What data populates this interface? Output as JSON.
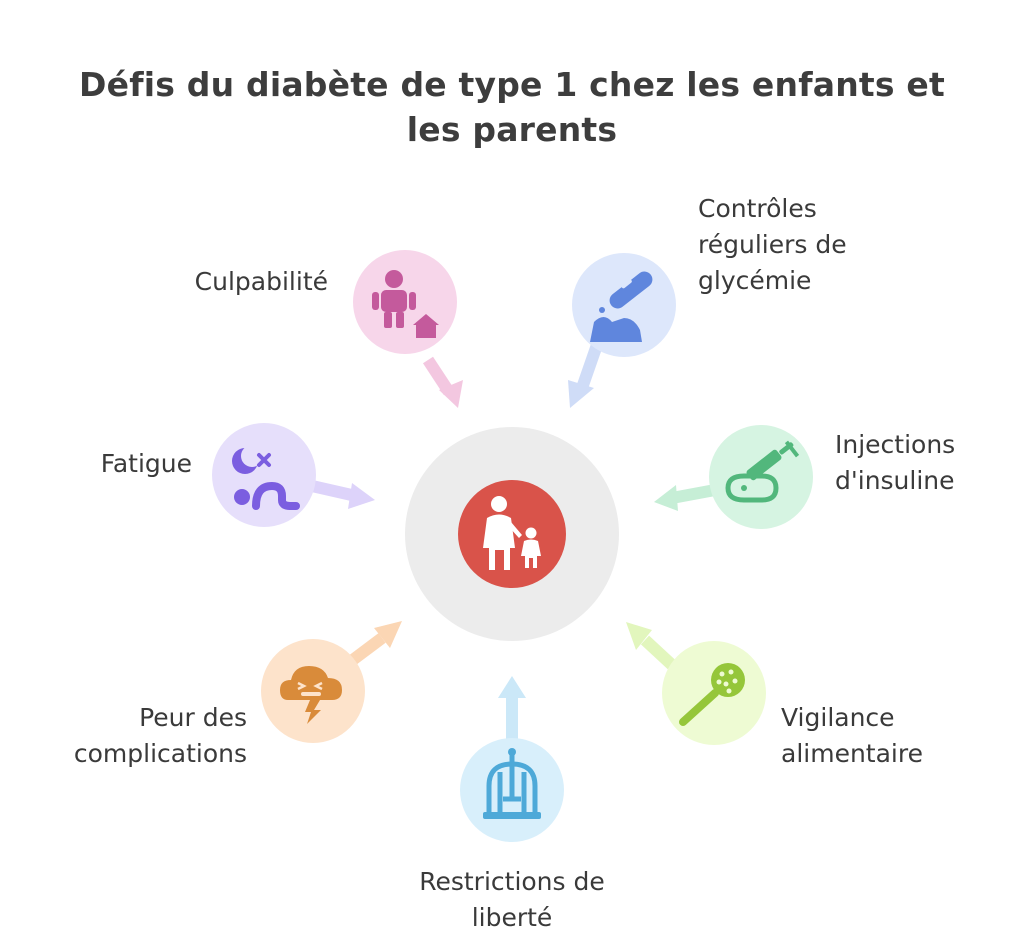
{
  "title": {
    "line1": "Défis du diabète de type 1 chez les enfants et",
    "line2": "les parents"
  },
  "center": {
    "icon": "parent-child-icon",
    "color": "#d9534a",
    "ring": "#ececec"
  },
  "nodes": [
    {
      "id": "culpabilite",
      "lines": [
        "Culpabilité"
      ],
      "icon": "person-house-icon",
      "bg": "#f7d6ea",
      "fg": "#c45a9c",
      "arrow": "#f3c7e0"
    },
    {
      "id": "controles",
      "lines": [
        "Contrôles",
        "réguliers de",
        "glycémie"
      ],
      "icon": "glucose-meter-icon",
      "bg": "#dde7fb",
      "fg": "#5f86dd",
      "arrow": "#cfdcf7"
    },
    {
      "id": "injections",
      "lines": [
        "Injections",
        "d'insuline"
      ],
      "icon": "syringe-icon",
      "bg": "#d6f4e2",
      "fg": "#52b77c",
      "arrow": "#c6eed6"
    },
    {
      "id": "vigilance",
      "lines": [
        "Vigilance",
        "alimentaire"
      ],
      "icon": "spoon-icon",
      "bg": "#eefbd3",
      "fg": "#95c63a",
      "arrow": "#e2f6bd"
    },
    {
      "id": "restrictions",
      "lines": [
        "Restrictions de",
        "liberté"
      ],
      "icon": "birdcage-icon",
      "bg": "#d8effb",
      "fg": "#4ea9d8",
      "arrow": "#cbe8f8"
    },
    {
      "id": "peur",
      "lines": [
        "Peur des",
        "complications"
      ],
      "icon": "storm-cloud-icon",
      "bg": "#fde3cb",
      "fg": "#d98b3a",
      "arrow": "#fbd6b4"
    },
    {
      "id": "fatigue",
      "lines": [
        "Fatigue"
      ],
      "icon": "sleep-moon-icon",
      "bg": "#e6dffb",
      "fg": "#7b5ee0",
      "arrow": "#ddd3fa"
    }
  ]
}
